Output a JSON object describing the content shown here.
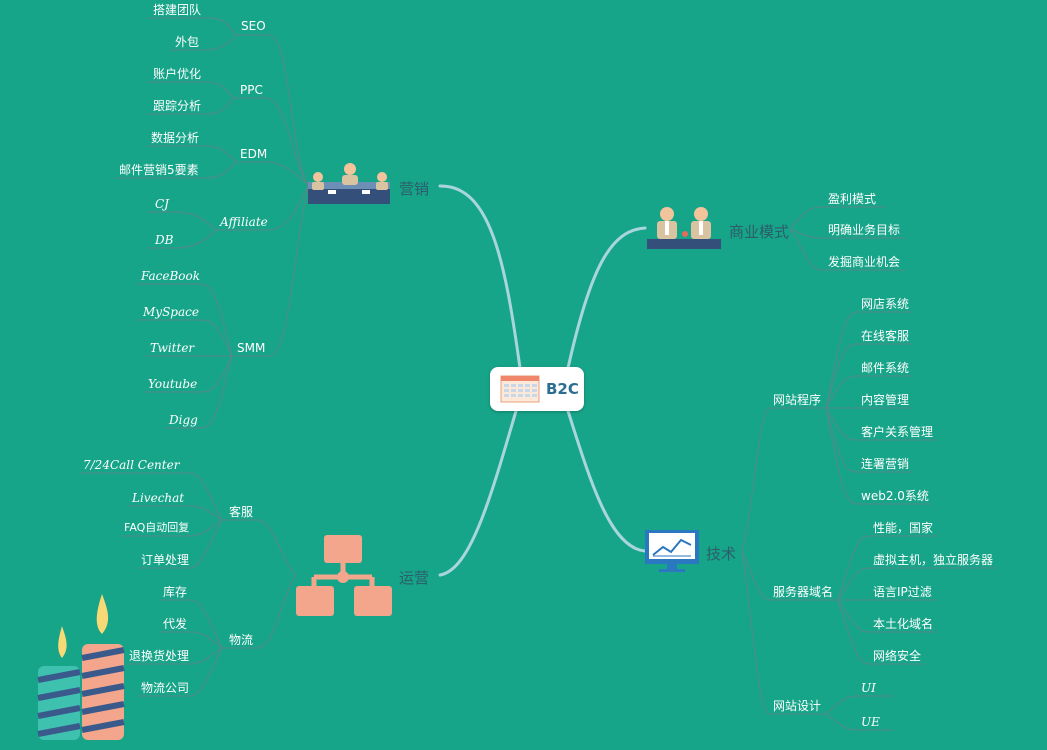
{
  "center": {
    "label": "B2C"
  },
  "main": {
    "marketing": "营销",
    "business": "商业模式",
    "operations": "运营",
    "tech": "技术"
  },
  "marketing": {
    "seo": {
      "label": "SEO",
      "items": [
        "搭建团队",
        "外包"
      ]
    },
    "ppc": {
      "label": "PPC",
      "items": [
        "账户优化",
        "跟踪分析"
      ]
    },
    "edm": {
      "label": "EDM",
      "items": [
        "数据分析",
        "邮件营销5要素"
      ]
    },
    "affiliate": {
      "label": "Affiliate",
      "items": [
        "CJ",
        "DB"
      ]
    },
    "smm": {
      "label": "SMM",
      "items": [
        "FaceBook",
        "MySpace",
        "Twitter",
        "Youtube",
        "Digg"
      ]
    }
  },
  "business": {
    "items": [
      "盈利模式",
      "明确业务目标",
      "发掘商业机会"
    ]
  },
  "operations": {
    "service": {
      "label": "客服",
      "items": [
        "7/24Call Center",
        "Livechat",
        "FAQ自动回复",
        "订单处理"
      ]
    },
    "logistics": {
      "label": "物流",
      "items": [
        "库存",
        "代发",
        "退换货处理",
        "物流公司"
      ]
    }
  },
  "tech": {
    "program": {
      "label": "网站程序",
      "items": [
        "网店系统",
        "在线客服",
        "邮件系统",
        "内容管理",
        "客户关系管理",
        "连署营销",
        "web2.0系统"
      ]
    },
    "server": {
      "label": "服务器域名",
      "items": [
        "性能，国家",
        "虚拟主机，独立服务器",
        "语言IP过滤",
        "本土化域名",
        "网络安全"
      ]
    },
    "design": {
      "label": "网站设计",
      "items": [
        "UI",
        "UE"
      ]
    }
  },
  "colors": {
    "background": "#17a589",
    "branch": "#a9d6dc",
    "thin": "#4a8e8a",
    "topic": "#2c5d6a"
  },
  "icons": [
    "meeting-icon",
    "business-people-icon",
    "flowchart-icon",
    "monitor-chart-icon",
    "calendar-icon",
    "candles-icon"
  ]
}
